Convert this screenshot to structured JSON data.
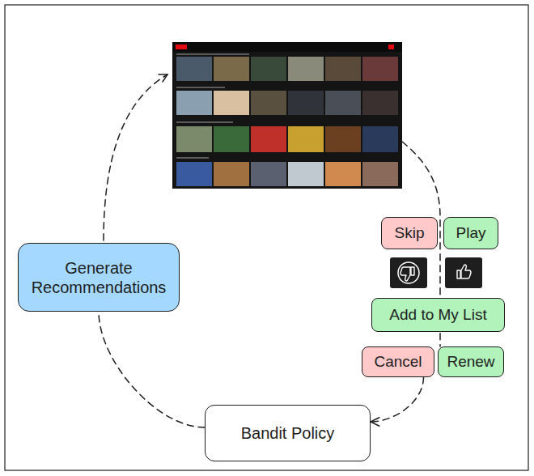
{
  "diagram": {
    "nodes": [
      {
        "text": [
          "Generate Recommendations"
        ]
      },
      {
        "text": [
          "Skip"
        ]
      },
      {
        "text": [
          "Play"
        ]
      },
      {
        "text": [
          "Add to My List"
        ]
      },
      {
        "text": [
          "Cancel"
        ]
      },
      {
        "text": [
          "Renew"
        ]
      },
      {
        "text": [
          "Bandit Policy"
        ]
      }
    ],
    "edges": [
      {
        "from": 6,
        "to": 0,
        "arrow": "none"
      },
      {
        "from": 4,
        "to": 6,
        "arrow": "to"
      }
    ]
  }
}
